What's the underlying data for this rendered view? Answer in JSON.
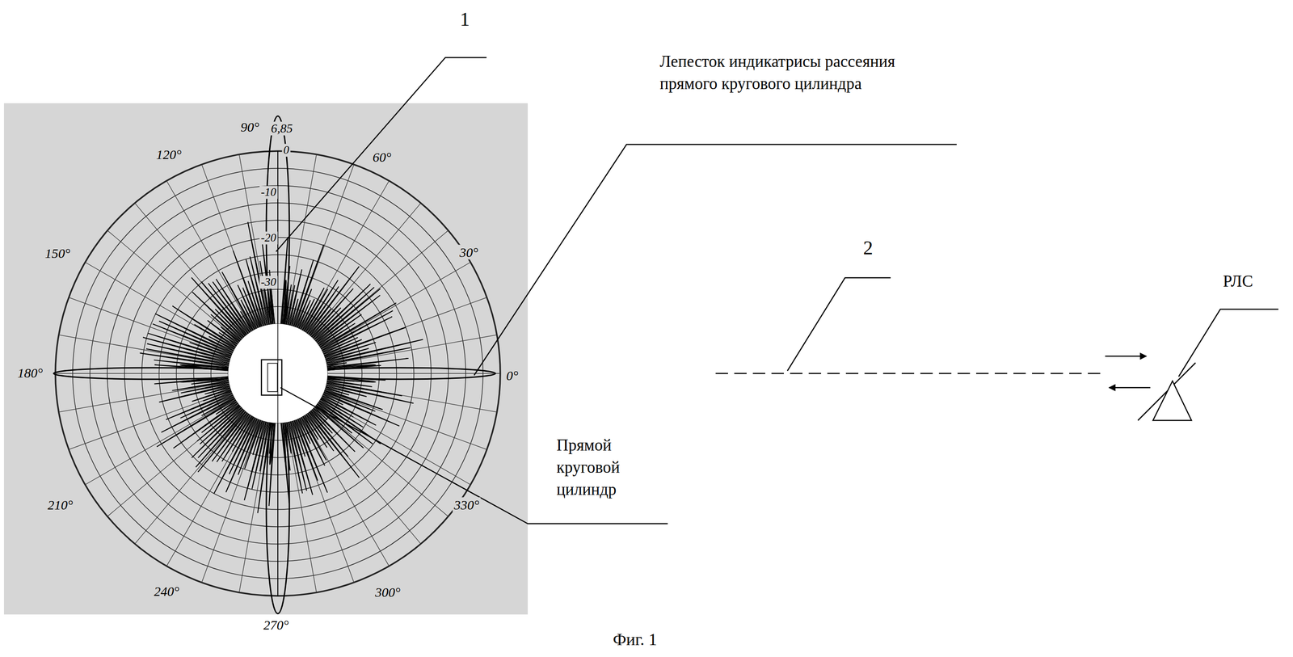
{
  "diagram": {
    "caption": "Фиг. 1",
    "labels": [
      "1",
      "Лепесток индикатрисы рассеяния прямого кругового цилиндра",
      "90°",
      "6,85",
      "0",
      "-10",
      "-20",
      "-30",
      "120°",
      "60°",
      "150°",
      "30°",
      "180°",
      "0°",
      "210°",
      "330°",
      "240°",
      "300°",
      "270°",
      "Прямой круговой цилиндр",
      "2",
      "РЛС"
    ]
  }
}
